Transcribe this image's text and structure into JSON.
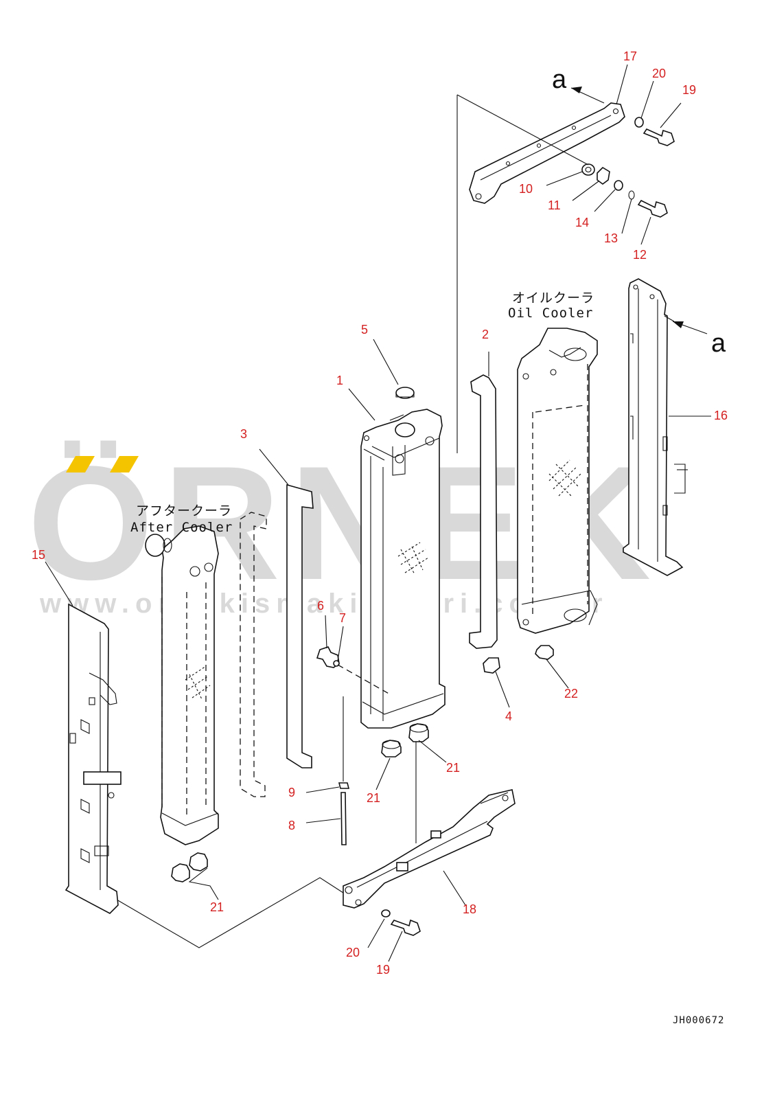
{
  "watermark": {
    "brand": "ÖRNEK",
    "url": "www.ornekismakinalari.com.tr",
    "accent_color": "#f5c400",
    "gray_color": "#d9d9d9"
  },
  "captions": {
    "oil_cooler_jp": "オイルクーラ",
    "oil_cooler_en": "Oil Cooler",
    "after_cooler_jp": "アフタークーラ",
    "after_cooler_en": "After Cooler"
  },
  "view_marks": [
    "a",
    "a"
  ],
  "drawing_code": "JH000672",
  "part_labels": [
    "1",
    "2",
    "3",
    "4",
    "5",
    "6",
    "7",
    "8",
    "9",
    "10",
    "11",
    "12",
    "13",
    "14",
    "15",
    "16",
    "17",
    "18",
    "19",
    "19",
    "20",
    "20",
    "21",
    "21",
    "21",
    "21",
    "22"
  ],
  "colors": {
    "part_number": "#d42020",
    "line": "#111111"
  }
}
